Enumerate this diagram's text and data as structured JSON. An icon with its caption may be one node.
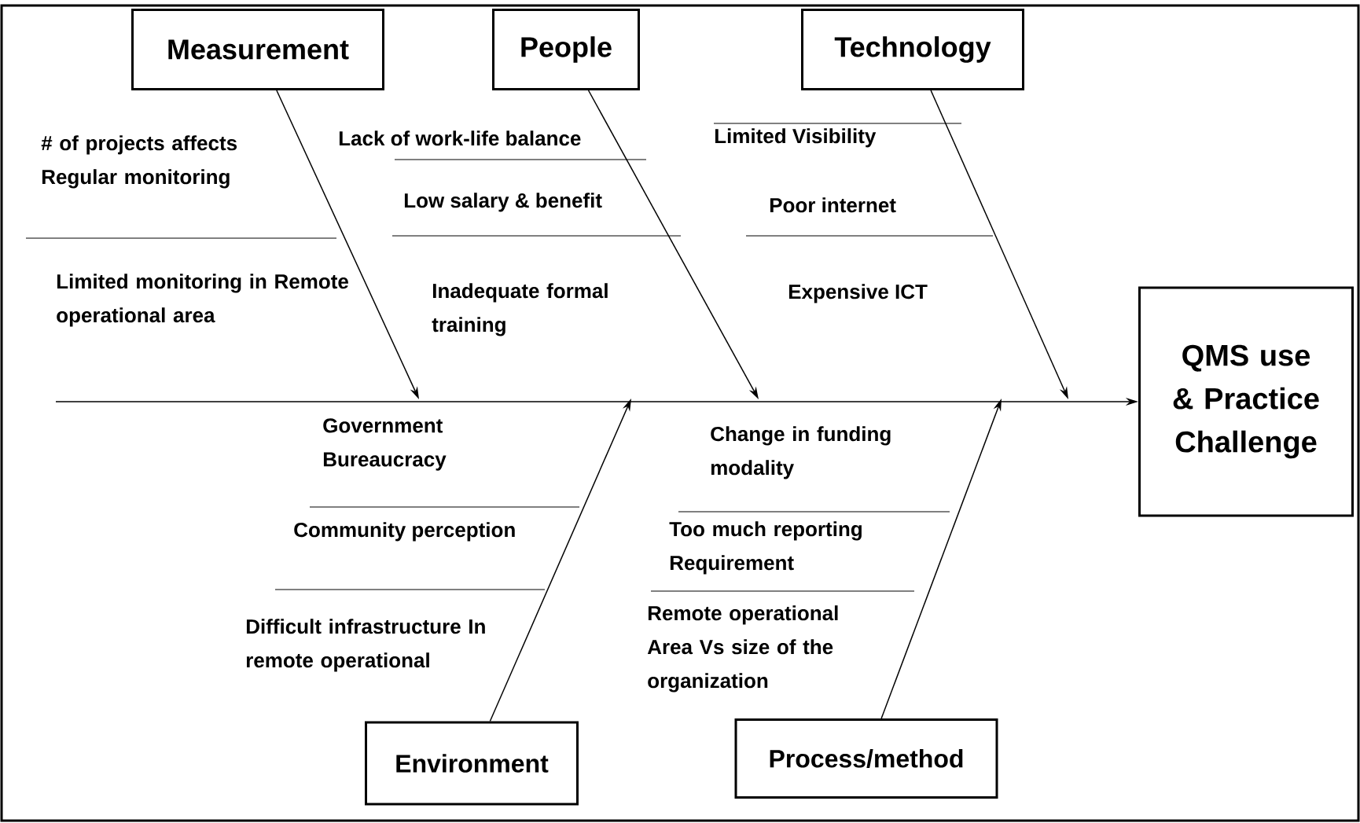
{
  "diagram": {
    "nodes": [
      {
        "text": [
          "Measurement"
        ]
      },
      {
        "text": [
          "People"
        ]
      },
      {
        "text": [
          "Technology"
        ]
      },
      {
        "text": [
          "Environment"
        ]
      },
      {
        "text": [
          "Process/method"
        ]
      },
      {
        "text": [
          "QMS use & Practice Challenge"
        ]
      }
    ],
    "edges": [
      {
        "from": 0,
        "to": null,
        "arrow": "to"
      },
      {
        "from": 1,
        "to": null,
        "arrow": "to"
      },
      {
        "from": 2,
        "to": null,
        "arrow": "to"
      },
      {
        "from": 3,
        "to": null,
        "arrow": "to"
      },
      {
        "from": 4,
        "to": null,
        "arrow": "to"
      },
      {
        "from": null,
        "to": 5,
        "arrow": "to"
      }
    ],
    "labels": [
      "# of projects affects Regular monitoring",
      "Lack of work-life balance",
      "Limited Visibility",
      "Low salary & benefit",
      "Poor internet",
      "Limited monitoring in Remote operational area",
      "Inadequate formal training",
      "Expensive ICT",
      "Government Bureaucracy",
      "Change in funding modality",
      "Community perception",
      "Too much reporting Requirement",
      "Difficult infrastructure In remote operational",
      "Remote operational Area Vs size of the organization"
    ]
  }
}
